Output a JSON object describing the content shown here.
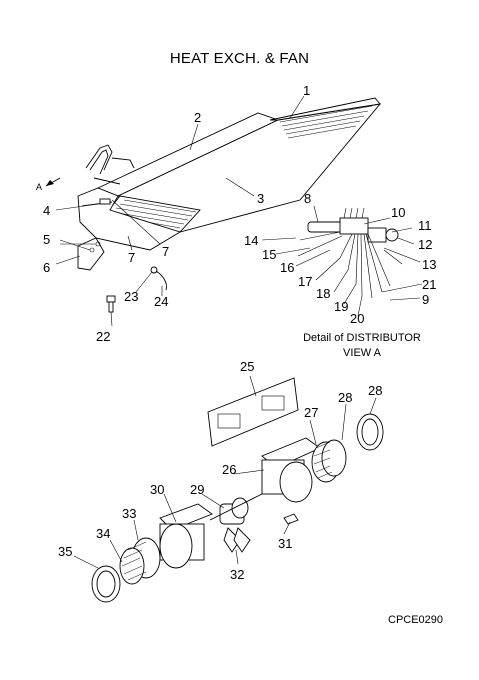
{
  "title": "HEAT EXCH. & FAN",
  "drawing_code": "CPCE0290",
  "detail_caption": {
    "line1": "Detail of DISTRIBUTOR",
    "line2": "VIEW A"
  },
  "view_marker": "A",
  "part_numbers": [
    "1",
    "2",
    "3",
    "4",
    "5",
    "6",
    "7",
    "7",
    "8",
    "10",
    "11",
    "12",
    "13",
    "14",
    "15",
    "16",
    "17",
    "18",
    "19",
    "20",
    "21",
    "9",
    "22",
    "23",
    "24",
    "25",
    "26",
    "27",
    "28",
    "28",
    "29",
    "30",
    "31",
    "32",
    "33",
    "34",
    "35"
  ]
}
